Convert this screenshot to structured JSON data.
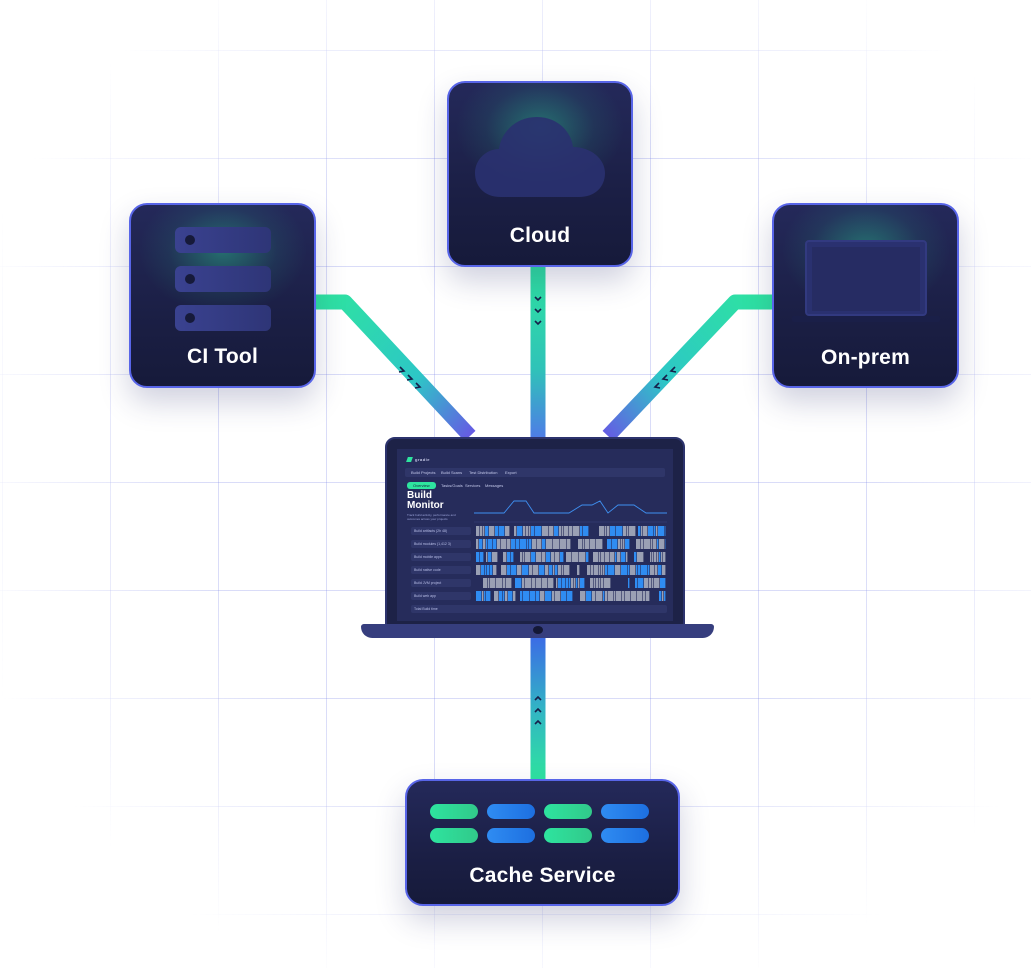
{
  "nodes": {
    "ci_tool": {
      "label": "CI Tool",
      "icon": "server-rack-icon"
    },
    "cloud": {
      "label": "Cloud",
      "icon": "cloud-icon"
    },
    "on_prem": {
      "label": "On-prem",
      "icon": "laptop-icon"
    },
    "cache": {
      "label": "Cache Service",
      "icon": "storage-pills-icon"
    }
  },
  "center": {
    "icon": "laptop-icon",
    "screen": {
      "brand": "gradle",
      "nav": [
        "Build Projects",
        "Build Scans",
        "Test Distribution",
        "Export"
      ],
      "tabs": [
        "Overview",
        "Tasks/Goals",
        "Services",
        "Messages"
      ],
      "title": "Build Monitor",
      "subtitle": "Track build activity, performance and outcomes across your projects",
      "rows": [
        "Build artifacts (2h 48)",
        "Build modules (1,412 3)",
        "Build mobile apps",
        "Build native code",
        "Build JVM project",
        "Build web app"
      ],
      "footer": "Total Build time"
    }
  },
  "colors": {
    "node_bg": "#1b1f45",
    "node_border": "#5865e8",
    "green": "#2ee49f",
    "blue": "#2f8cf2",
    "indigo": "#5a5ee8"
  }
}
